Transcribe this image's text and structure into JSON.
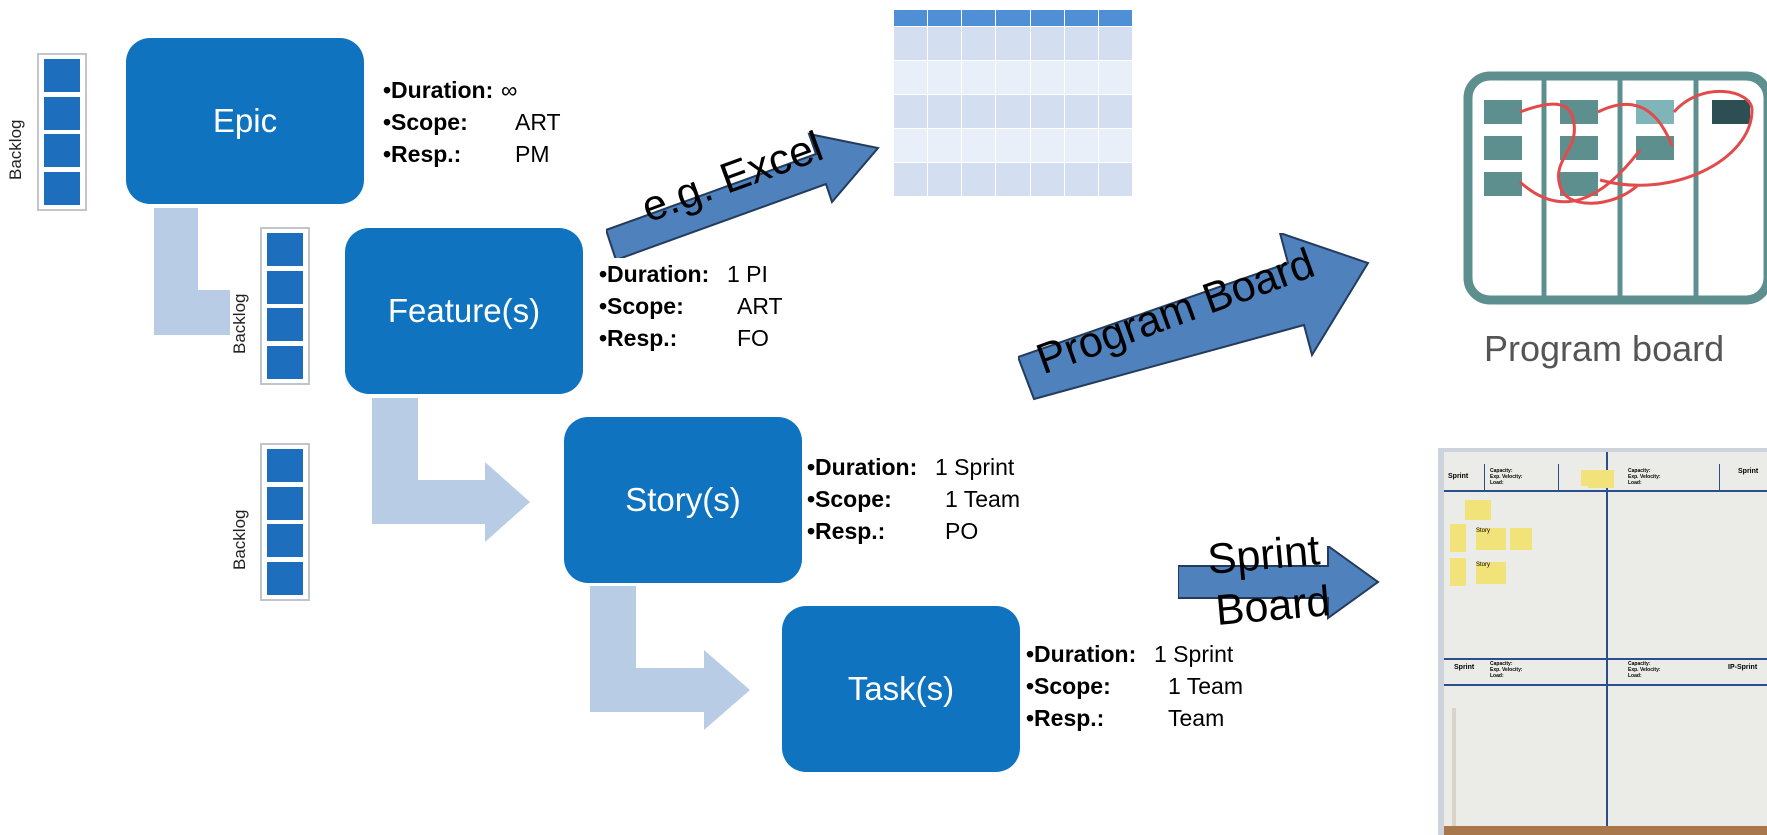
{
  "colors": {
    "box_fill": "#0f73c0",
    "backlog_cell": "#1d6fbd",
    "connector": "#b9cce6",
    "arrow_fill": "#4f81bd",
    "arrow_stroke": "#233b5c"
  },
  "levels": [
    {
      "title": "Epic",
      "backlog_label": "Backlog",
      "attributes": [
        {
          "key": "•Duration:",
          "value": "∞"
        },
        {
          "key": "•Scope:",
          "value": "ART"
        },
        {
          "key": "•Resp.:",
          "value": "PM"
        }
      ]
    },
    {
      "title": "Feature(s)",
      "backlog_label": "Backlog",
      "attributes": [
        {
          "key": "•Duration:",
          "value": "1 PI"
        },
        {
          "key": "•Scope:",
          "value": "ART"
        },
        {
          "key": "•Resp.:",
          "value": "FO"
        }
      ]
    },
    {
      "title": "Story(s)",
      "backlog_label": "Backlog",
      "attributes": [
        {
          "key": "•Duration:",
          "value": "1 Sprint"
        },
        {
          "key": "•Scope:",
          "value": "1 Team"
        },
        {
          "key": "•Resp.:",
          "value": "PO"
        }
      ]
    },
    {
      "title": "Task(s)",
      "attributes": [
        {
          "key": "•Duration:",
          "value": "1 Sprint"
        },
        {
          "key": "•Scope:",
          "value": "1 Team"
        },
        {
          "key": "•Resp.:",
          "value": "Team"
        }
      ]
    }
  ],
  "arrows": {
    "excel": "e.g. Excel",
    "program_board": "Program Board",
    "sprint_board_line1": "Sprint",
    "sprint_board_line2": "Board"
  },
  "program_board_image": {
    "caption": "Program board"
  },
  "sprint_board_photo": {
    "sprint_left": "Sprint",
    "sprint_right": "Sprint",
    "capacity": "Capacity:",
    "exp_velocity": "Exp. Velocity:",
    "load": "Load:",
    "story": "Story",
    "sprint_bottom_left": "Sprint",
    "ip_sprint": "IP-Sprint"
  }
}
